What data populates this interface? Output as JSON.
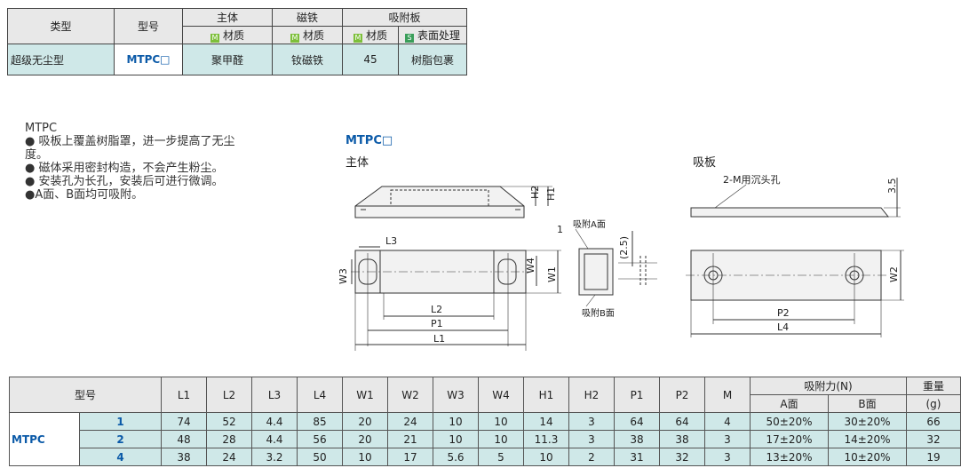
{
  "spec_table": {
    "h_type": "类型",
    "h_model": "型号",
    "h_body": "主体",
    "h_magnet": "磁铁",
    "h_plate": "吸附板",
    "m": "M",
    "s": "S",
    "h_body_mat": "材质",
    "h_magnet_mat": "材质",
    "h_plate_mat": "材质",
    "h_plate_surface": "表面处理",
    "type_val": "超级无尘型",
    "model_val": "MTPC□",
    "body_val": "聚甲醛",
    "magnet_val": "钕磁铁",
    "plate_mat_val": "45",
    "plate_surface_val": "树脂包裹"
  },
  "description": {
    "title": "MTPC",
    "lines": [
      "● 吸板上覆盖树脂罩，进一步提高了无尘度。",
      "● 磁体采用密封构造，不会产生粉尘。",
      "● 安装孔为长孔，安装后可进行微调。",
      "●A面、B面均可吸附。"
    ]
  },
  "drawing": {
    "model_label": "MTPC□",
    "body_label": "主体",
    "plate_label": "吸板",
    "labels": {
      "H2": "H2",
      "H1": "H1",
      "L3": "L3",
      "W3": "W3",
      "W4": "W4",
      "W1": "W1",
      "L2": "L2",
      "P1": "P1",
      "L1": "L1",
      "one": "1",
      "a_face": "吸附A面",
      "b_face": "吸附B面",
      "p25": "(2.5)",
      "hole": "2-M用沉头孔",
      "d35": "3.5",
      "W2": "W2",
      "P2": "P2",
      "L4": "L4"
    }
  },
  "dim_table": {
    "h_model": "型号",
    "cols": [
      "L1",
      "L2",
      "L3",
      "L4",
      "W1",
      "W2",
      "W3",
      "W4",
      "H1",
      "H2",
      "P1",
      "P2",
      "M"
    ],
    "h_force": "吸附力(N)",
    "h_a": "A面",
    "h_b": "B面",
    "h_weight": "重量",
    "h_weight_unit": "(g)",
    "model": "MTPC",
    "rows": [
      {
        "type": "1",
        "vals": [
          "74",
          "52",
          "4.4",
          "85",
          "20",
          "24",
          "10",
          "10",
          "14",
          "3",
          "64",
          "64",
          "4"
        ],
        "a": "50±20%",
        "b": "30±20%",
        "w": "66"
      },
      {
        "type": "2",
        "vals": [
          "48",
          "28",
          "4.4",
          "56",
          "20",
          "21",
          "10",
          "10",
          "11.3",
          "3",
          "38",
          "38",
          "3"
        ],
        "a": "17±20%",
        "b": "14±20%",
        "w": "32"
      },
      {
        "type": "4",
        "vals": [
          "38",
          "24",
          "3.2",
          "50",
          "10",
          "17",
          "5.6",
          "5",
          "10",
          "2",
          "31",
          "32",
          "3"
        ],
        "a": "13±20%",
        "b": "10±20%",
        "w": "19"
      }
    ]
  }
}
